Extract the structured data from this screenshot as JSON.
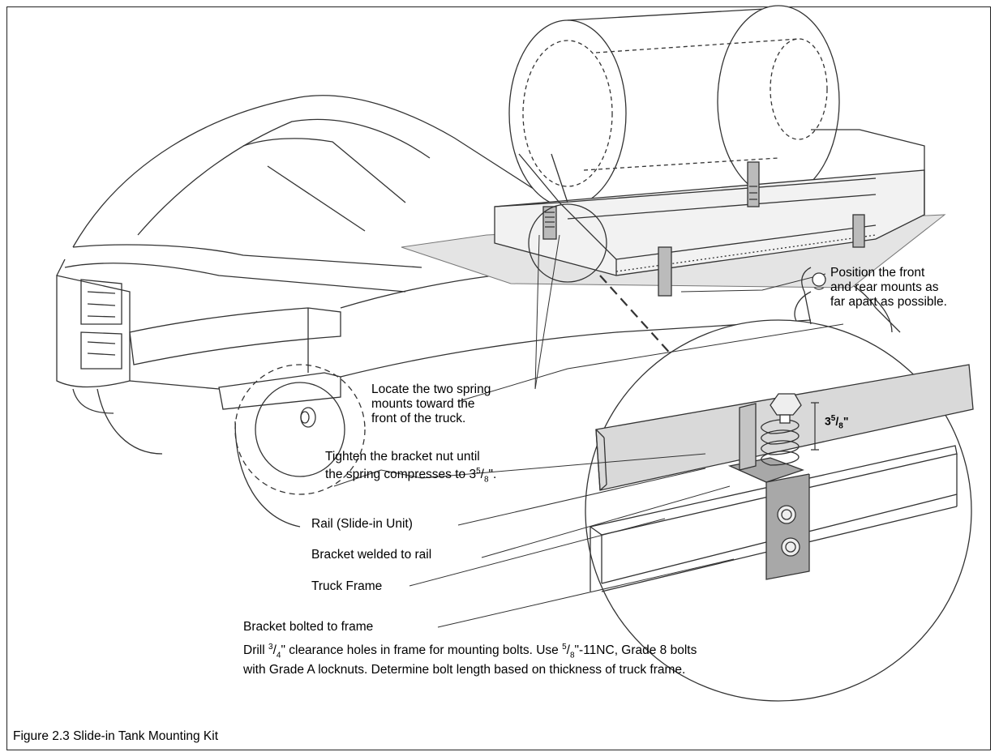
{
  "figure": {
    "caption": "Figure 2.3  Slide-in Tank Mounting Kit"
  },
  "callouts": {
    "position_mounts": [
      "Position the front",
      "and rear mounts as",
      "far apart as possible."
    ],
    "locate_mounts": [
      "Locate the two spring",
      "mounts toward the",
      "front of the truck."
    ],
    "tighten_nut": {
      "line1": "Tighten the bracket nut until",
      "line2_pre": "the spring compresses to 3",
      "sup": "5",
      "sub": "8",
      "line2_post": "\"."
    },
    "rail": "Rail (Slide-in Unit)",
    "bracket_welded": "Bracket welded to rail",
    "truck_frame": "Truck Frame",
    "bracket_bolted": "Bracket bolted to frame",
    "drill_note": {
      "p1": "Drill ",
      "s1": "3",
      "d1": "4",
      "p2": "\" clearance holes in frame for mounting bolts. Use ",
      "s2": "5",
      "d2": "8",
      "p3": "\"-11NC, Grade 8 bolts",
      "line2": "with Grade A locknuts. Determine bolt length based on thickness of truck frame."
    },
    "spring_dimension": {
      "whole": "3",
      "sup": "5",
      "sub": "8",
      "unit": "\""
    }
  },
  "colors": {
    "line": "#333333",
    "rail_fill": "#d9d9d9",
    "bracket_fill": "#a8a8a8",
    "bed_fill": "#e4e4e4"
  }
}
